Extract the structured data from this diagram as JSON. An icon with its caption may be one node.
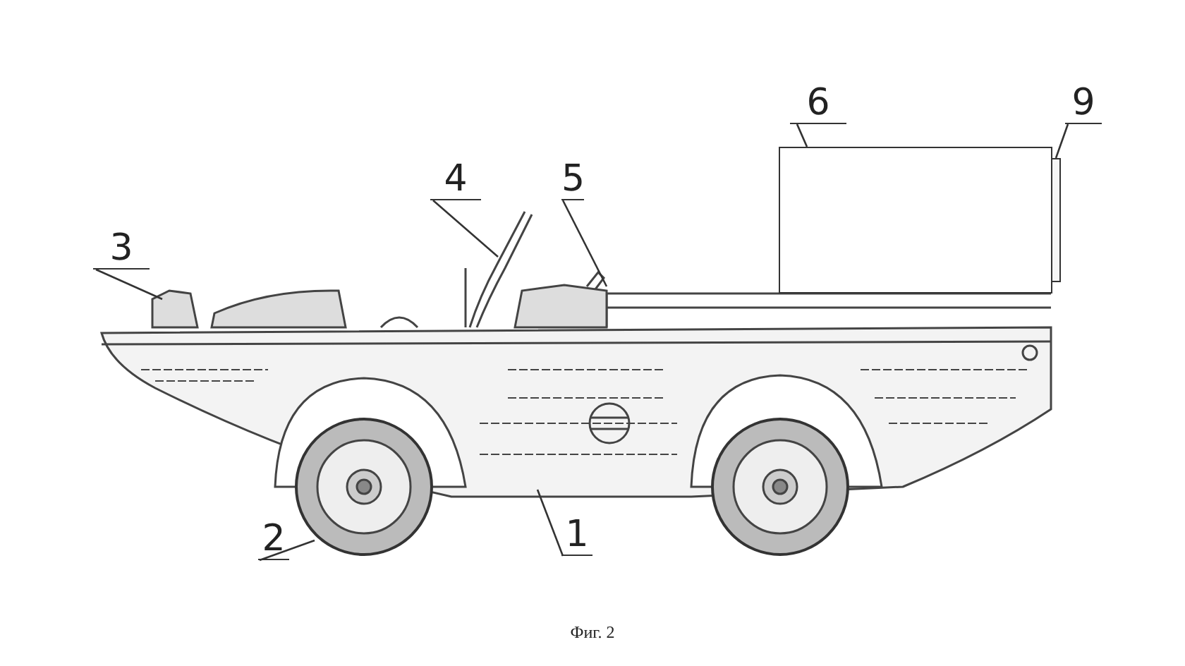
{
  "diagram": {
    "caption": "Фиг. 2",
    "nodes": [
      {
        "text": [
          "6"
        ]
      },
      {
        "text": [
          "9"
        ]
      },
      {
        "text": [
          "4"
        ]
      },
      {
        "text": [
          "5"
        ]
      },
      {
        "text": [
          "3"
        ]
      },
      {
        "text": [
          "2"
        ]
      },
      {
        "text": [
          "1"
        ]
      },
      {
        "text": [],
        "shape": "box"
      },
      {
        "text": [],
        "shape": "bar"
      }
    ],
    "edges": [
      {
        "from": 0,
        "to": 7,
        "arrow": "none"
      },
      {
        "from": 1,
        "to": 8,
        "arrow": "none"
      },
      {
        "from": 2,
        "to": null,
        "arrow": "none"
      },
      {
        "from": 3,
        "to": null,
        "arrow": "none"
      },
      {
        "from": 4,
        "to": null,
        "arrow": "none"
      },
      {
        "from": 5,
        "to": null,
        "arrow": "none"
      },
      {
        "from": 6,
        "to": null,
        "arrow": "none"
      }
    ]
  }
}
